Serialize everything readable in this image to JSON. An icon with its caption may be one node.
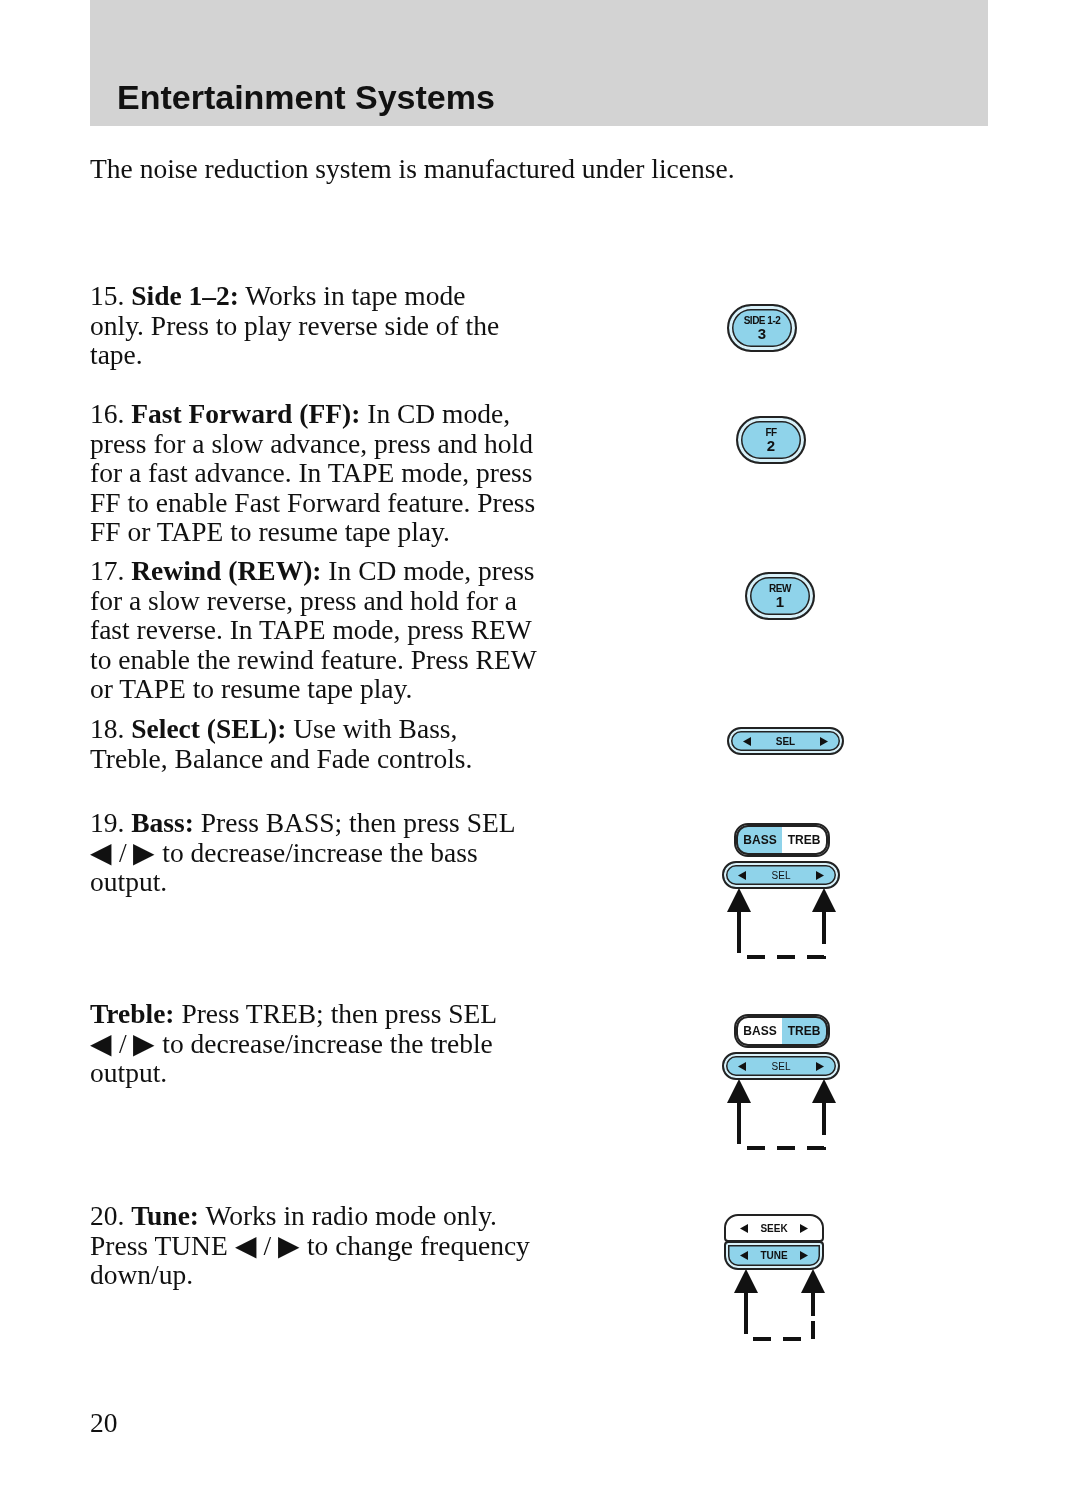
{
  "diagram": {
    "title": "Entertainment Systems",
    "nodes": [
      {
        "text": [
          "SIDE 1-2",
          "3"
        ]
      },
      {
        "text": [
          "FF",
          "2"
        ]
      },
      {
        "text": [
          "REW",
          "1"
        ]
      },
      {
        "text": [
          "SEL"
        ]
      },
      {
        "text": [
          "BASS",
          "TREB"
        ]
      },
      {
        "text": [
          "SEL"
        ]
      },
      {
        "text": [
          "BASS",
          "TREB"
        ]
      },
      {
        "text": [
          "SEL"
        ]
      },
      {
        "text": [
          "SEEK"
        ]
      },
      {
        "text": [
          "TUNE"
        ]
      }
    ],
    "edges": [
      {
        "from": null,
        "to": 5,
        "arrow": "to"
      },
      {
        "from": null,
        "to": 5,
        "arrow": "to"
      },
      {
        "from": null,
        "to": 7,
        "arrow": "to"
      },
      {
        "from": null,
        "to": 7,
        "arrow": "to"
      },
      {
        "from": null,
        "to": 9,
        "arrow": "to"
      },
      {
        "from": null,
        "to": 9,
        "arrow": "to"
      }
    ],
    "labels": [
      "The noise reduction system is manufactured under license.",
      "15. **Side 1–2:** Works in tape mode only. Press to play reverse side of the tape.",
      "16. **Fast Forward (FF):** In CD mode, press for a slow advance, press and hold for a fast advance. In TAPE mode, press FF to enable Fast Forward feature. Press FF or TAPE to resume tape play.",
      "17. **Rewind (REW):** In CD mode, press for a slow reverse, press and hold for a fast reverse. In TAPE mode, press REW to enable the rewind feature. Press REW or TAPE to resume tape play.",
      "18. **Select (SEL):** Use with Bass, Treble, Balance and Fade controls.",
      "19. **Bass:** Press BASS; then press SEL ◀ / ▶ to decrease/increase the bass output.",
      "**Treble:** Press TREB; then press SEL ◀ / ▶ to decrease/increase the treble output.",
      "20. **Tune:** Works in radio mode only. Press TUNE ◀ / ▶ to change frequency down/up.",
      "20"
    ]
  }
}
